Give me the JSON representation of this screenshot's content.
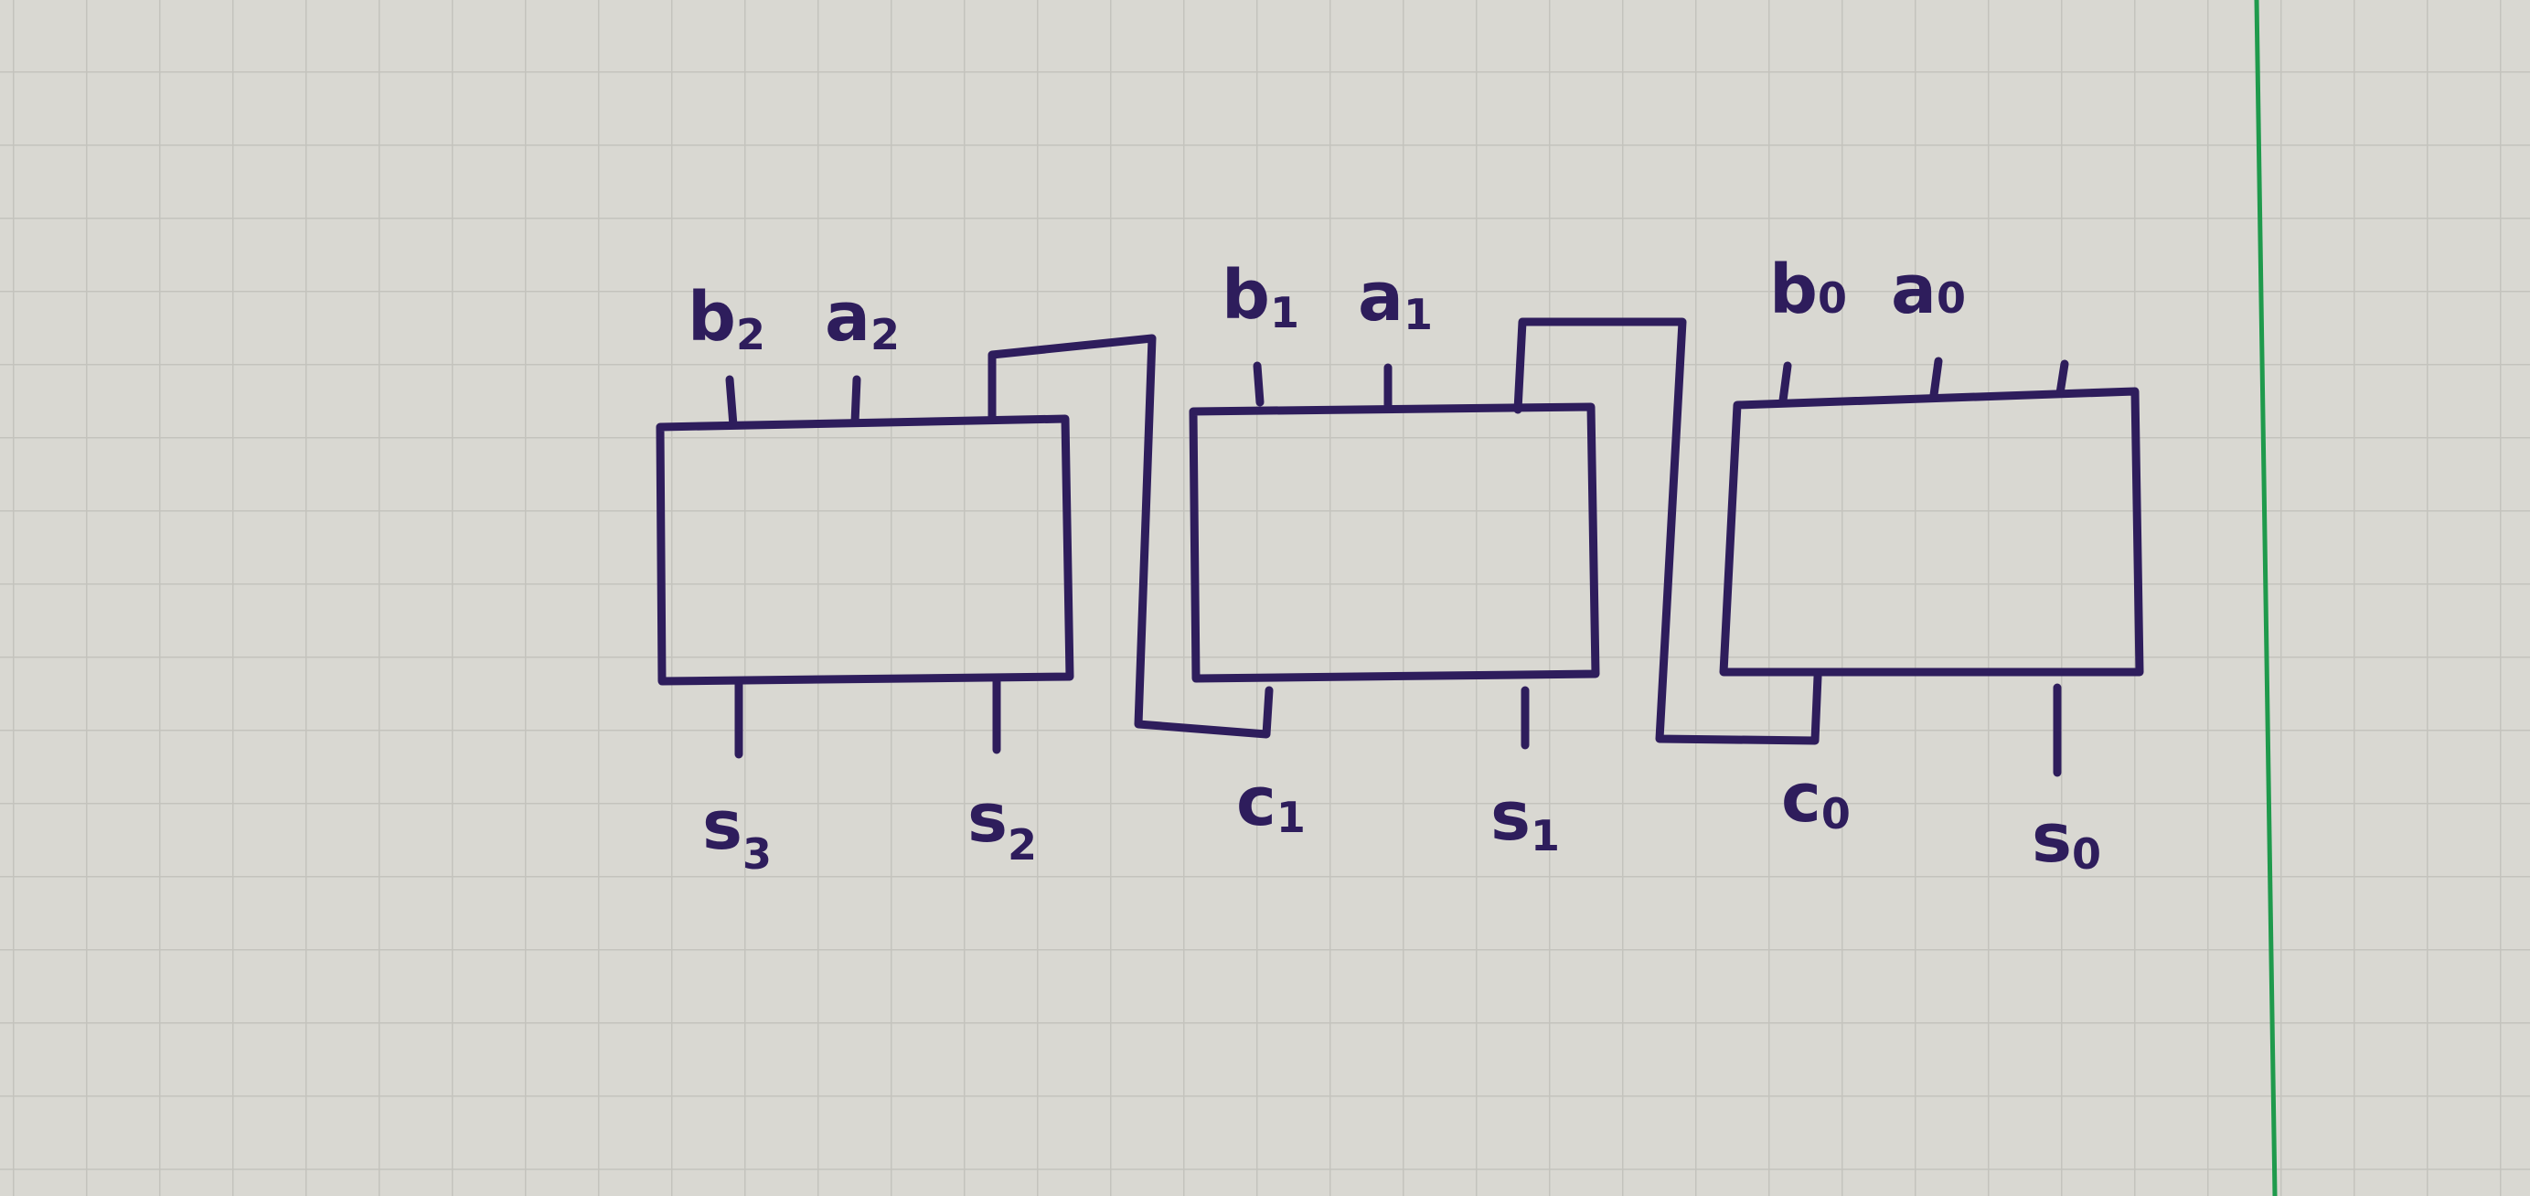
{
  "diagram": {
    "paper": {
      "background_color": "#d9d8d2",
      "grid_color": "#c4c3bd",
      "margin_line_color": "#1f9a4c",
      "ink_color": "#2e1d5c"
    },
    "blocks": [
      {
        "inputs": [
          {
            "base": "b",
            "sub": "2"
          },
          {
            "base": "a",
            "sub": "2"
          }
        ],
        "outputs": [
          {
            "base": "s",
            "sub": "3"
          },
          {
            "base": "s",
            "sub": "2"
          }
        ]
      },
      {
        "inputs": [
          {
            "base": "b",
            "sub": "1"
          },
          {
            "base": "a",
            "sub": "1"
          }
        ],
        "outputs": [
          {
            "base": "c",
            "sub": "1"
          },
          {
            "base": "s",
            "sub": "1"
          }
        ]
      },
      {
        "inputs": [
          {
            "base": "b",
            "sub": "0"
          },
          {
            "base": "a",
            "sub": "0"
          }
        ],
        "outputs": [
          {
            "base": "c",
            "sub": "0"
          },
          {
            "base": "s",
            "sub": "0"
          }
        ]
      }
    ]
  }
}
